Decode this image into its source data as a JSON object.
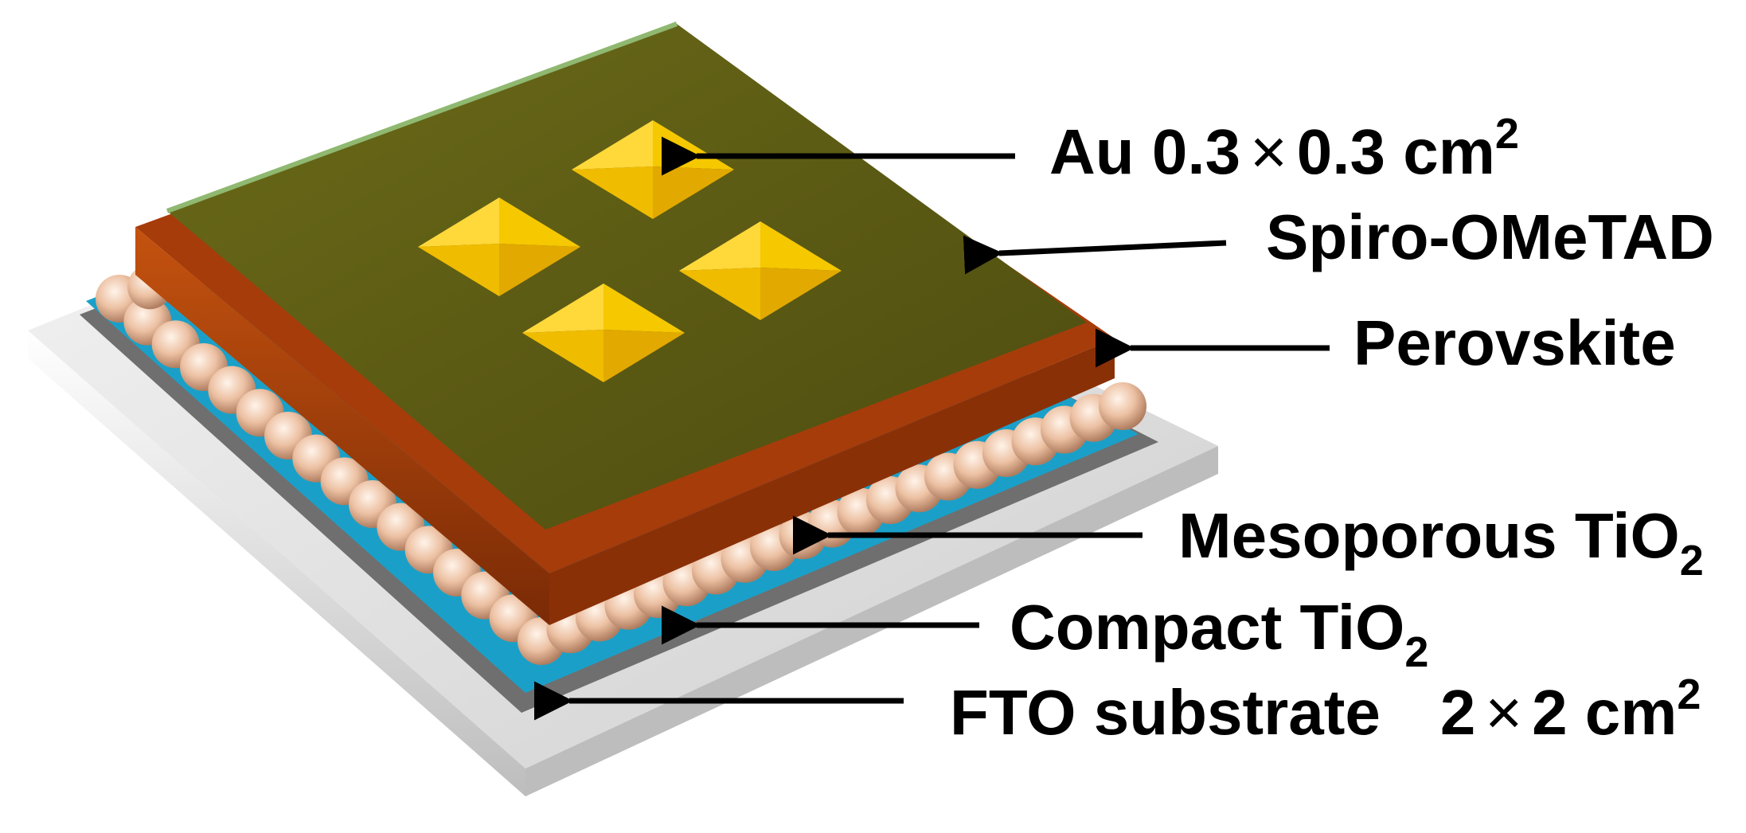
{
  "labels": {
    "au": {
      "prefix": "Au 0.3",
      "times": "×",
      "mid": "0.3 cm",
      "sup": "2"
    },
    "spiro": {
      "text": "Spiro-OMeTAD"
    },
    "perovskite": {
      "text": "Perovskite"
    },
    "mesoporous": {
      "text": "Mesoporous TiO",
      "sub": "2"
    },
    "compact": {
      "text": "Compact TiO",
      "sub": "2"
    },
    "fto": {
      "text": "FTO substrate",
      "size": "2",
      "times": "×",
      "size_unit": "2 cm",
      "sup": "2"
    }
  },
  "colors": {
    "substrate": "#e6e6e6",
    "fto": "#6f6f6f",
    "compact_tio2": "#1aa0c8",
    "mesoporous_tio2": "#e8b89a",
    "perovskite": "#a63c0a",
    "spiro_ometad": "#5a5a12",
    "gold": "#f2c400",
    "arrow": "#000000"
  }
}
